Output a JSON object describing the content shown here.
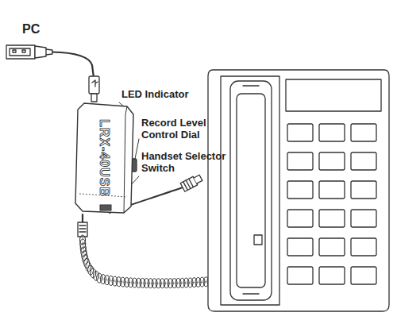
{
  "diagram": {
    "nodes": [
      {
        "text": [
          "LRX-40USB"
        ]
      }
    ],
    "labels": [
      "PC",
      "LED Indicator",
      "Record Level Control Dial",
      "Handset Selector Switch"
    ]
  }
}
